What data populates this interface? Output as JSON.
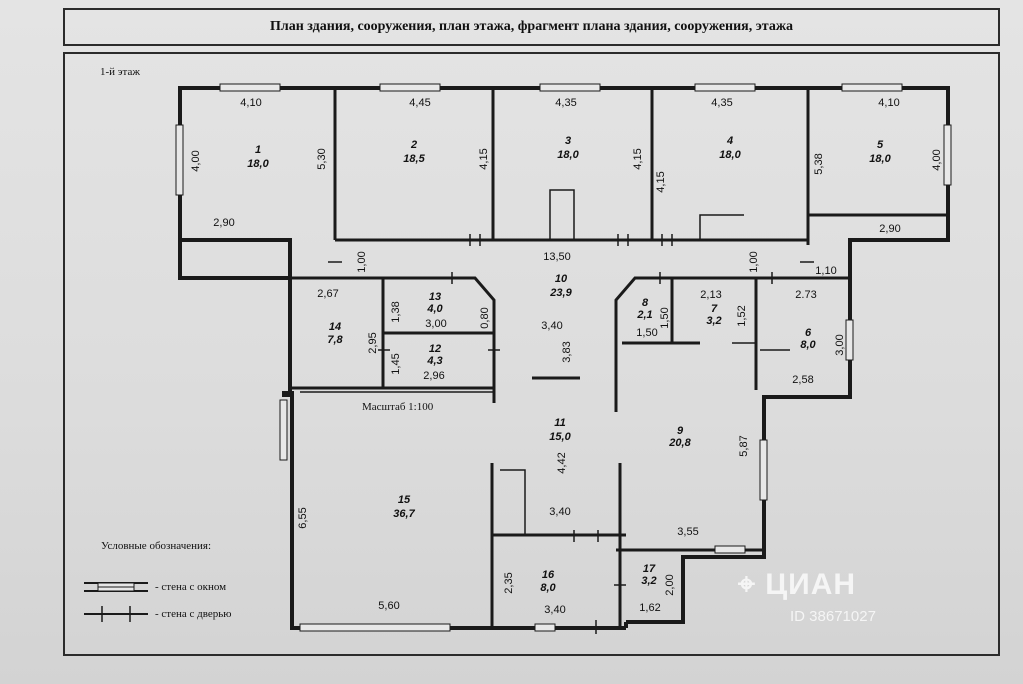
{
  "title": "План здания, сооружения, план этажа, фрагмент плана здания, сооружения, этажа",
  "floor_label": "1-й этаж",
  "scale_label": "Масштаб 1:100",
  "legend": {
    "heading": "Условные обозначения:",
    "window_wall": "- стена с окном",
    "door_wall": "- стена с дверью"
  },
  "rooms": [
    {
      "num": "1",
      "area": "18,0"
    },
    {
      "num": "2",
      "area": "18,5"
    },
    {
      "num": "3",
      "area": "18,0"
    },
    {
      "num": "4",
      "area": "18,0"
    },
    {
      "num": "5",
      "area": "18,0"
    },
    {
      "num": "6",
      "area": "8,0"
    },
    {
      "num": "7",
      "area": "3,2"
    },
    {
      "num": "8",
      "area": "2,1"
    },
    {
      "num": "9",
      "area": "20,8"
    },
    {
      "num": "10",
      "area": "23,9"
    },
    {
      "num": "11",
      "area": "15,0"
    },
    {
      "num": "12",
      "area": "4,3"
    },
    {
      "num": "13",
      "area": "4,0"
    },
    {
      "num": "14",
      "area": "7,8"
    },
    {
      "num": "15",
      "area": "36,7"
    },
    {
      "num": "16",
      "area": "8,0"
    },
    {
      "num": "17",
      "area": "3,2"
    }
  ],
  "dimensions": [
    "4,10",
    "4,45",
    "4,35",
    "4,35",
    "4,10",
    "4,00",
    "5,30",
    "4,15",
    "4,15",
    "4,15",
    "5,38",
    "4,00",
    "2,90",
    "2,90",
    "13,50",
    "1,00",
    "1,00",
    "1,10",
    "2,67",
    "1,38",
    "3,00",
    "0,80",
    "2,95",
    "1,45",
    "2,96",
    "3,40",
    "3,83",
    "1,50",
    "1,50",
    "2,13",
    "1,52",
    "2.73",
    "3,00",
    "2,58",
    "4,42",
    "5,87",
    "3,40",
    "3,55",
    "6,55",
    "5,60",
    "2,35",
    "3,40",
    "2,00",
    "1,62"
  ],
  "watermark": {
    "brand": "ЦИАН",
    "id": "ID 38671027"
  }
}
